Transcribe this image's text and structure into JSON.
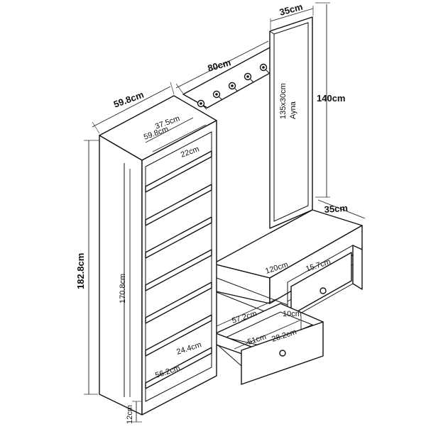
{
  "diagram": {
    "labels": {
      "mirror_width": "35cm",
      "hanger_width": "80cm",
      "cabinet_width": "59.8cm",
      "shelf_depth": "37.5cm",
      "shelf_width": "59.8cm",
      "shelf_spacing": "22cm",
      "mirror_height": "140cm",
      "mirror_size": "135x30cm",
      "mirror_name": "Ayna",
      "bench_depth": "35cm",
      "total_height": "182.8cm",
      "inner_height": "170.8cm",
      "bench_width": "120cm",
      "bench_drawer_height": "15.7cm",
      "drawer_width": "57.2cm",
      "drawer_height": "10cm",
      "drawer_depth": "51cm",
      "drawer_front": "28.2cm",
      "bottom_shelf": "24.4cm",
      "bottom_width": "56.2cm",
      "plinth_height": "12cm"
    },
    "colors": {
      "line": "#111111",
      "background": "#ffffff"
    }
  }
}
